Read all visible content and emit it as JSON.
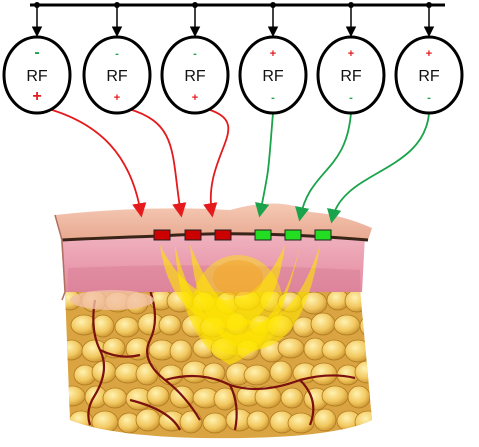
{
  "title": "",
  "generators": [
    {
      "label": "RF",
      "top_sign": "-",
      "bottom_sign": "+",
      "polarity": "positive"
    },
    {
      "label": "RF",
      "top_sign": "-",
      "bottom_sign": "+",
      "polarity": "positive"
    },
    {
      "label": "RF",
      "top_sign": "-",
      "bottom_sign": "+",
      "polarity": "positive"
    },
    {
      "label": "RF",
      "top_sign": "+",
      "bottom_sign": "-",
      "polarity": "negative"
    },
    {
      "label": "RF",
      "top_sign": "+",
      "bottom_sign": "-",
      "polarity": "negative"
    },
    {
      "label": "RF",
      "top_sign": "+",
      "bottom_sign": "-",
      "polarity": "negative"
    }
  ],
  "colors": {
    "positive": "#e41a1c",
    "negative": "#1aa34a",
    "electrode_positive": "#cc0000",
    "electrode_negative": "#22dd22",
    "heat": "#ffe600",
    "bus": "#000000"
  },
  "icons": {
    "skin_cross_section": "skin-tissue-illustration",
    "heat_zone": "heat-zone-icon"
  }
}
